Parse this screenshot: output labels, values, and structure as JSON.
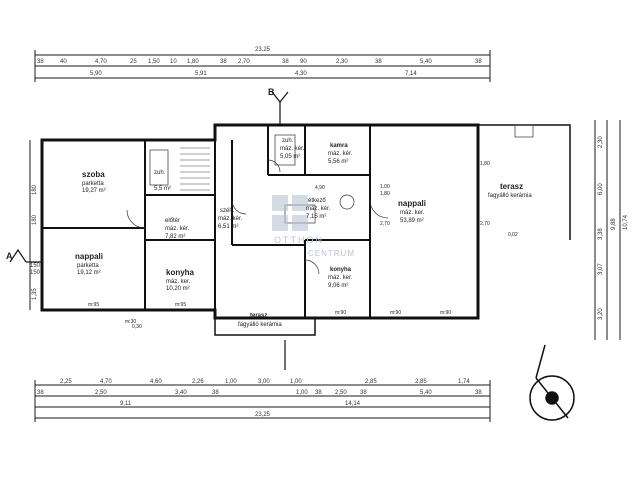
{
  "rooms": [
    {
      "id": "szoba",
      "name": "szoba",
      "floor": "parketta",
      "area": "19,27 m²"
    },
    {
      "id": "nappali-left",
      "name": "nappali",
      "floor": "parketta",
      "area": "19,12 m²"
    },
    {
      "id": "konyha-left",
      "name": "konyha",
      "floor": "máz. ker.",
      "area": "10,20 m²"
    },
    {
      "id": "eloter",
      "name": "előtér",
      "floor": "máz. kér.",
      "area": "7,82 m²"
    },
    {
      "id": "szelt",
      "name": "szélf.",
      "floor": "máz. kér.",
      "area": "6,51 m²"
    },
    {
      "id": "etkezo",
      "name": "étkező",
      "floor": "máz. kér.",
      "area": "7,15 m²"
    },
    {
      "id": "kamra",
      "name": "kamra",
      "floor": "máz. kér.",
      "area": "5,56 m²"
    },
    {
      "id": "zuh-top",
      "name": "zuh.",
      "floor": "máz. kér.",
      "area": "5,05 m²"
    },
    {
      "id": "zuh-left",
      "name": "zuh.",
      "floor": "",
      "area": "5,5 m²"
    },
    {
      "id": "nappali-right",
      "name": "nappali",
      "floor": "máz. ker.",
      "area": "53,89 m²"
    },
    {
      "id": "konyha-mid",
      "name": "konyha",
      "floor": "máz. ker.",
      "area": "9,06 m²"
    },
    {
      "id": "terasz-right",
      "name": "terasz",
      "floor": "fagyálló kerámia",
      "area": ""
    },
    {
      "id": "terasz-bottom",
      "name": "terasz",
      "floor": "fagyálló kerámia",
      "area": ""
    }
  ],
  "dimensions": {
    "top_total": "23,25",
    "top_row1": [
      "38",
      "40",
      "4,70",
      "25",
      "1,50",
      "10",
      "1,80",
      "38",
      "2,70",
      "38",
      "90",
      "2,30",
      "38",
      "5,40",
      "38"
    ],
    "top_row2": [
      "5,90",
      "5,91",
      "4,30",
      "7,14"
    ],
    "bottom_row1": [
      "2,25",
      "4,70",
      "4,60",
      "2,26",
      "1,00",
      "3,00",
      "1,00",
      "2,85",
      "2,85",
      "1,74"
    ],
    "bottom_row2": [
      "38",
      "2,50",
      "3,40",
      "38",
      "1,00",
      "38",
      "2,50",
      "38",
      "5,40",
      "38"
    ],
    "bottom_row3": [
      "9,11",
      "14,14"
    ],
    "bottom_total": "23,25",
    "right_col": [
      "2,30",
      "6,00",
      "3,38",
      "3,07",
      "3,20",
      "10,74",
      "9,88"
    ],
    "left_col": [
      "180",
      "180",
      "150",
      "150",
      "1,35"
    ],
    "misc": [
      "m:95",
      "m:95",
      "m:90",
      "m:90",
      "m:90",
      "m:30",
      "0,30",
      "0,02",
      "4,90",
      "1,00",
      "1,80",
      "2,70",
      "1,80",
      "2,70"
    ]
  },
  "markers": {
    "section_a": "A",
    "section_b": "B",
    "watermark_line1": "OTTHON",
    "watermark_line2": "CENTRUM"
  },
  "colors": {
    "line": "#1a1a1a",
    "bg": "#ffffff",
    "watermark": "#b9c4d3"
  }
}
